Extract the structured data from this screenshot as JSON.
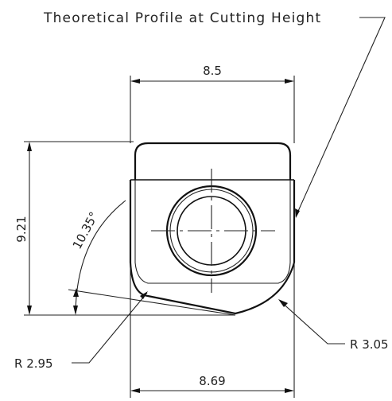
{
  "labels": {
    "callout_title": "Theoretical Profile at Cutting Height",
    "dim_top_width": "8.5",
    "dim_bottom_width": "8.69",
    "dim_height": "9.21",
    "dim_angle": "10.35°",
    "radius_left": "R 2.95",
    "radius_right": "R 3.05"
  }
}
